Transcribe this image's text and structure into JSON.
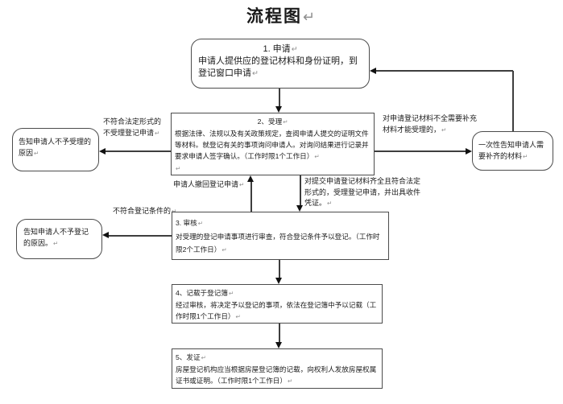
{
  "page": {
    "title": "流程图",
    "return_mark": "↵"
  },
  "steps": {
    "apply": {
      "title": "1. 申请",
      "body": "申请人提供应的登记材料和身份证明，到登记窗口申请"
    },
    "accept": {
      "title": "2、受理",
      "body": "根据法律、法规以及有关政策规定，查阅申请人提交的证明文件等材料。就登记有关的事项询问申请人。对询问结果进行记录并要求申请人签字确认。（工作时限1个工作日）"
    },
    "review": {
      "title": "3. 审核",
      "body": "对受理的登记申请事项进行审查，符合登记条件予以登记。（工作时限2个工作日）"
    },
    "record": {
      "title": "4、记载于登记簿",
      "body": "经过审核，将决定予以登记的事项，依法在登记簿中予以记载（工作时限1个工作日）"
    },
    "issue": {
      "title": "5、发证",
      "body": "房屋登记机构应当根据房屋登记簿的记载，向权利人发放房屋权属证书或证明。（工作时限1个工作日）"
    }
  },
  "side_boxes": {
    "notify_not_accepted": "告知申请人不予受理的原因",
    "notify_not_registered": "告知申请人不予登记的原因。",
    "notify_supplement": "一次性告知申请人需要补齐的材料"
  },
  "connector_labels": {
    "not_legal_form": "不符合法定形式的不受理登记申请",
    "incomplete_materials": "对申请登记材料不全需要补充材料才能受理的，",
    "withdraw_application": "申请人撤回登记申请",
    "complete_materials": "对提交申请登记材料齐全且符合法定形式的，受理登记申请，并出具收件凭证。",
    "not_meet_conditions": "不符合登记条件的"
  },
  "colors": {
    "border": "#4c4c4c",
    "line": "#3e3e3e",
    "text": "#1a1a1a",
    "mark": "#8f8f8f",
    "background": "#ffffff"
  }
}
